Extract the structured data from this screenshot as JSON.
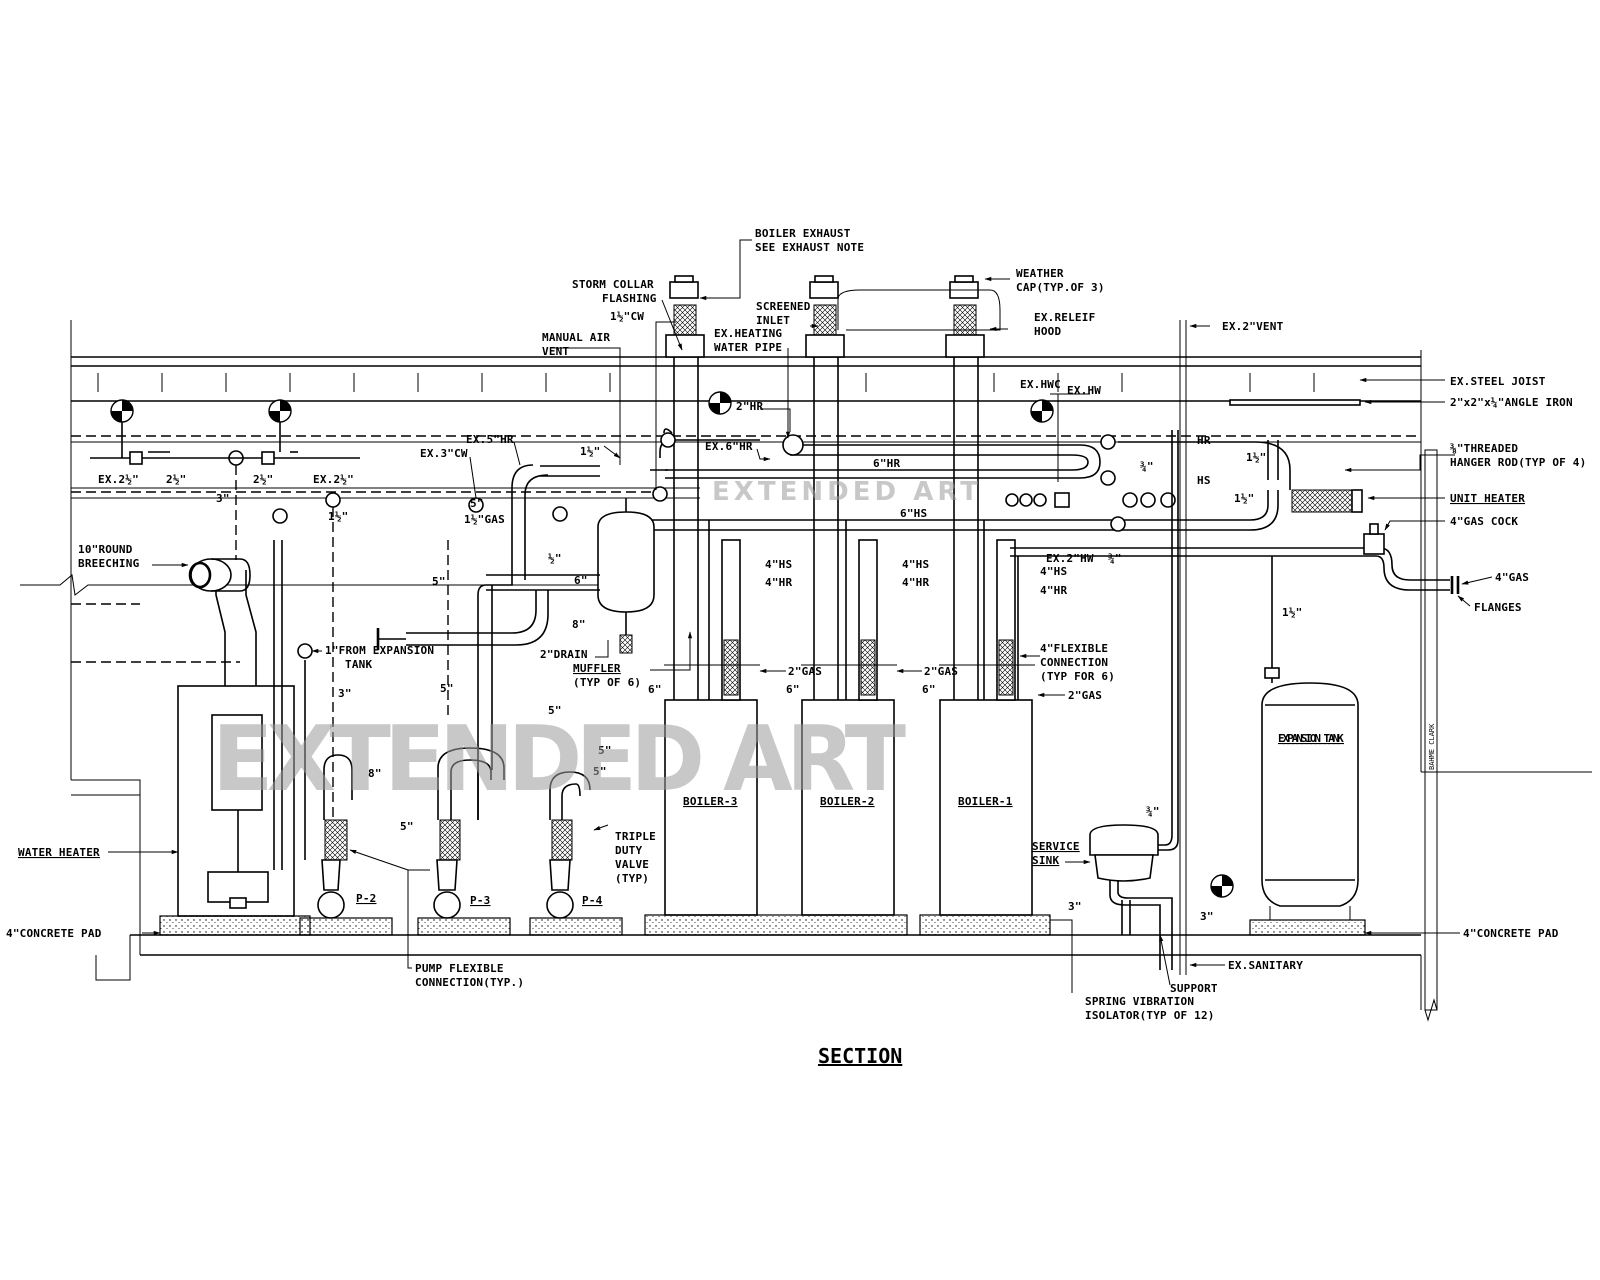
{
  "title": "SECTION",
  "watermark": "EXTENDED ART",
  "equipment": {
    "boiler_3": "BOILER-3",
    "boiler_2": "BOILER-2",
    "boiler_1": "BOILER-1",
    "expansion_tank": "EXPANSION TANK",
    "pump_2": "P-2",
    "pump_3": "P-3",
    "pump_4": "P-4",
    "water_heater": "WATER HEATER",
    "service_sink_1": "SERVICE",
    "service_sink_2": "SINK",
    "muffler": "MUFFLER",
    "muffler_typ": "(TYP OF 6)",
    "wall_clear": "BAHME CLARK"
  },
  "callouts": {
    "boiler_exhaust_1": "BOILER EXHAUST",
    "boiler_exhaust_2": "SEE EXHAUST NOTE",
    "storm_collar_1": "STORM COLLAR",
    "storm_collar_2": "FLASHING",
    "cw_1_5": "1½\"CW",
    "manual_air_vent_1": "MANUAL AIR",
    "manual_air_vent_2": "VENT",
    "screened_inlet_1": "SCREENED",
    "screened_inlet_2": "INLET",
    "ex_heating_1": "EX.HEATING",
    "ex_heating_2": "WATER PIPE",
    "weather_cap_1": "WEATHER",
    "weather_cap_2": "CAP(TYP.OF 3)",
    "ex_releif_1": "EX.RELEIF",
    "ex_releif_2": "HOOD",
    "ex_2_vent": "EX.2\"VENT",
    "ex_steel_joist": "EX.STEEL JOIST",
    "angle_iron": "2\"x2\"x¼\"ANGLE IRON",
    "threaded_rod_1": "⅜\"THREADED",
    "threaded_rod_2": "HANGER ROD(TYP OF 4)",
    "unit_heater": "UNIT HEATER",
    "gas_cock": "4\"GAS COCK",
    "gas_4": "4\"GAS",
    "flanges": "FLANGES",
    "ex_hwc": "EX.HWC",
    "ex_hw": "EX.HW",
    "hr_2": "2\"HR",
    "ex_6_hr": "EX.6\"HR",
    "hr_6": "6\"HR",
    "hs_6": "6\"HS",
    "hs_4": "4\"HS",
    "hr_4": "4\"HR",
    "gas_2": "2\"GAS",
    "ex_2_hw": "EX.2\"HW",
    "flex_conn_1": "4\"FLEXIBLE",
    "flex_conn_2": "CONNECTION",
    "flex_conn_3": "(TYP FOR 6)",
    "ex_5_hr": "EX.5\"HR",
    "ex_3_cw": "EX.3\"CW",
    "ex_2_5_a": "EX.2½\"",
    "ex_2_5_b": "EX.2½\"",
    "s_2_5_a": "2½\"",
    "s_2_5_b": "2½\"",
    "s_1_5": "1½\"",
    "s_3": "3\"",
    "s_5": "5\"",
    "s_6": "6\"",
    "s_8": "8\"",
    "s_3_4": "¾\"",
    "s_1_2": "½\"",
    "gas_1_5": "1½\"GAS",
    "hr_label": "HR",
    "hs_label": "HS",
    "round_breeching_1": "10\"ROUND",
    "round_breeching_2": "BREECHING",
    "from_exp_1": "1\"FROM EXPANSION",
    "from_exp_2": "TANK",
    "drain_2": "2\"DRAIN",
    "triple_duty_1": "TRIPLE",
    "triple_duty_2": "DUTY",
    "triple_duty_3": "VALVE",
    "triple_duty_4": "(TYP)",
    "concrete_pad_left": "4\"CONCRETE PAD",
    "concrete_pad_right": "4\"CONCRETE PAD",
    "pump_flex_1": "PUMP FLEXIBLE",
    "pump_flex_2": "CONNECTION(TYP.)",
    "spring_iso_1": "SPRING VIBRATION",
    "spring_iso_2": "ISOLATOR(TYP OF 12)",
    "support": "SUPPORT",
    "ex_sanitary": "EX.SANITARY"
  }
}
